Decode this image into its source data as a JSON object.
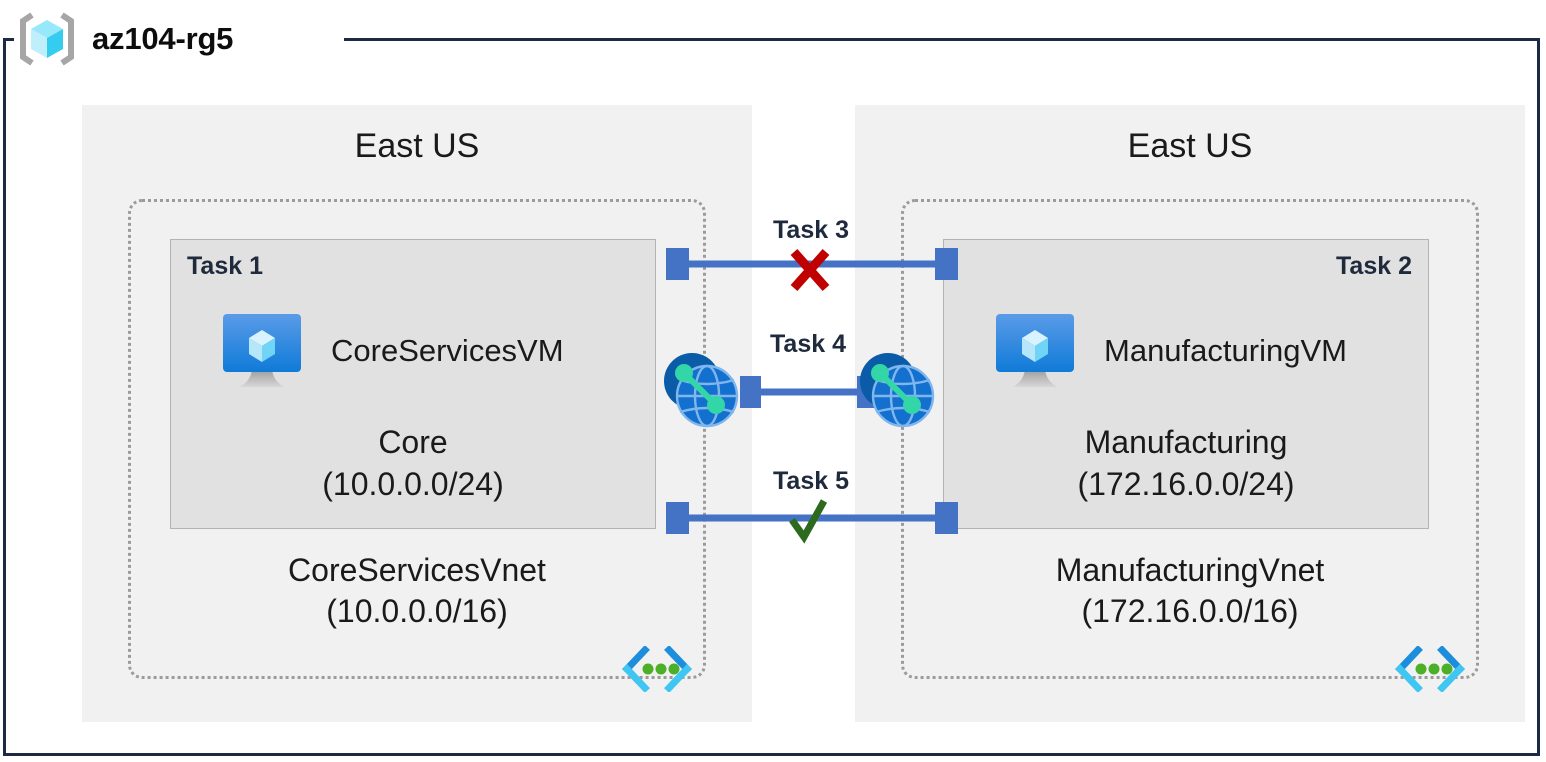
{
  "resource_group": {
    "name": "az104-rg5",
    "icon": "resource-group-cube-icon"
  },
  "regions": [
    {
      "id": "left",
      "label": "East US",
      "vnet": {
        "name": "CoreServicesVnet",
        "address_space": "(10.0.0.0/16)",
        "corner_icon": "vnet-brackets-icon"
      },
      "subnet": {
        "task_tag": "Task 1",
        "task_tag_align": "left",
        "vm_name": "CoreServicesVM",
        "vm_icon": "virtual-machine-icon",
        "subnet_name": "Core",
        "subnet_range": "(10.0.0.0/24)"
      }
    },
    {
      "id": "right",
      "label": "East US",
      "vnet": {
        "name": "ManufacturingVnet",
        "address_space": "(172.16.0.0/16)",
        "corner_icon": "vnet-brackets-icon"
      },
      "subnet": {
        "task_tag": "Task 2",
        "task_tag_align": "right",
        "vm_name": "ManufacturingVM",
        "vm_icon": "virtual-machine-icon",
        "subnet_name": "Manufacturing",
        "subnet_range": "(172.16.0.0/24)"
      }
    }
  ],
  "connections": [
    {
      "id": "task3",
      "label": "Task 3",
      "status_mark": "x-mark",
      "status": "blocked",
      "arrow": "double-headed-arrow"
    },
    {
      "id": "task4",
      "label": "Task 4",
      "status_mark": "none",
      "status": "peering",
      "arrow": "double-headed-arrow",
      "left_icon": "vnet-peering-icon",
      "right_icon": "vnet-peering-icon"
    },
    {
      "id": "task5",
      "label": "Task 5",
      "status_mark": "check-mark",
      "status": "allowed",
      "arrow": "double-headed-arrow"
    }
  ],
  "colors": {
    "frame_border": "#1B2A45",
    "region_fill": "#F1F1F1",
    "subnet_fill": "#E1E1E1",
    "vnet_border": "#9B9B9B",
    "arrow_blue": "#4472C4",
    "x_red": "#C00000",
    "check_green": "#2D6A1E",
    "task_text": "#1F2A3C",
    "azure_blue": "#1E86DE",
    "peer_green": "#33D6A6"
  }
}
